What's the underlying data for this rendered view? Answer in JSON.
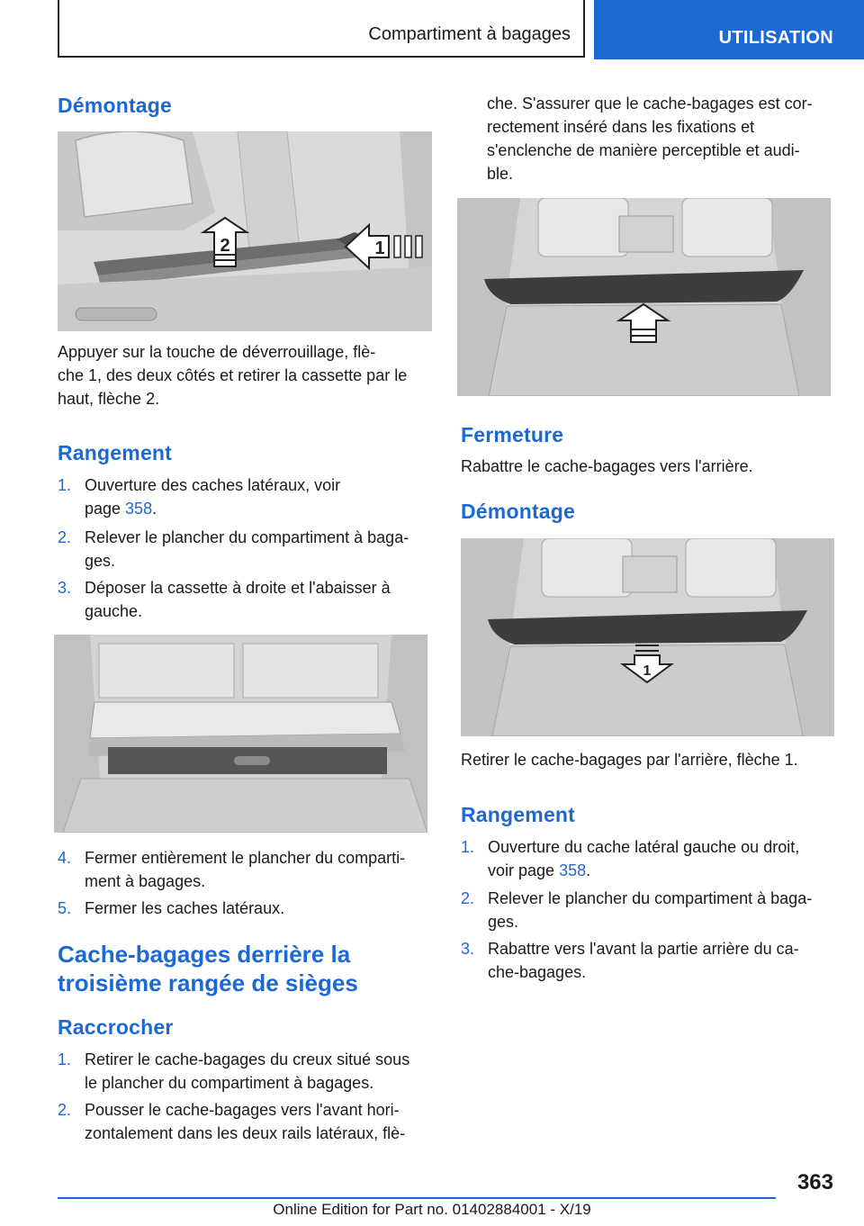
{
  "header": {
    "section": "Compartiment à bagages",
    "chapter": "UTILISATION"
  },
  "left": {
    "demontage": {
      "heading": "Démontage",
      "text": [
        "Appuyer sur la touche de déverrouillage, flè-",
        "che 1, des deux côtés et retirer la cassette par le",
        "haut, flèche 2."
      ]
    },
    "rangement": {
      "heading": "Rangement",
      "items": [
        {
          "num": "1.",
          "lines": [
            "Ouverture des caches latéraux, voir",
            "page "
          ],
          "link": "358",
          "tail": "."
        },
        {
          "num": "2.",
          "lines": [
            "Relever le plancher du compartiment à baga-",
            "ges."
          ]
        },
        {
          "num": "3.",
          "lines": [
            "Déposer la cassette à droite et l'abaisser à",
            "gauche."
          ]
        },
        {
          "num": "4.",
          "lines": [
            "Fermer entièrement le plancher du comparti-",
            "ment à bagages."
          ]
        },
        {
          "num": "5.",
          "lines": [
            "Fermer les caches latéraux."
          ]
        }
      ]
    },
    "section_title": [
      "Cache-bagages derrière la",
      "troisième rangée de sièges"
    ],
    "raccrocher": {
      "heading": "Raccrocher",
      "items": [
        {
          "num": "1.",
          "lines": [
            "Retirer le cache-bagages du creux situé sous",
            "le plancher du compartiment à bagages."
          ]
        },
        {
          "num": "2.",
          "lines": [
            "Pousser le cache-bagages vers l'avant hori-",
            "zontalement dans les deux rails latéraux, flè-"
          ]
        }
      ]
    }
  },
  "right": {
    "continuation": [
      "che. S'assurer que le cache-bagages est cor-",
      "rectement inséré dans les fixations et",
      "s'enclenche de manière perceptible et audi-",
      "ble."
    ],
    "fermeture": {
      "heading": "Fermeture",
      "text": "Rabattre le cache-bagages vers l'arrière."
    },
    "demontage": {
      "heading": "Démontage",
      "text": "Retirer le cache-bagages par l'arrière, flèche 1."
    },
    "rangement": {
      "heading": "Rangement",
      "items": [
        {
          "num": "1.",
          "lines": [
            "Ouverture du cache latéral gauche ou droit,",
            "voir page "
          ],
          "link": "358",
          "tail": "."
        },
        {
          "num": "2.",
          "lines": [
            "Relever le plancher du compartiment à baga-",
            "ges."
          ]
        },
        {
          "num": "3.",
          "lines": [
            "Rabattre vers l'avant la partie arrière du ca-",
            "che-bagages."
          ]
        }
      ]
    }
  },
  "figures": {
    "fig1": {
      "arrow1": "1",
      "arrow2": "2"
    },
    "fig4": {
      "arrow1": "1"
    }
  },
  "footer": {
    "page": "363",
    "edition": "Online Edition for Part no. 01402884001 - X/19"
  },
  "colors": {
    "accent": "#1c69d4"
  }
}
